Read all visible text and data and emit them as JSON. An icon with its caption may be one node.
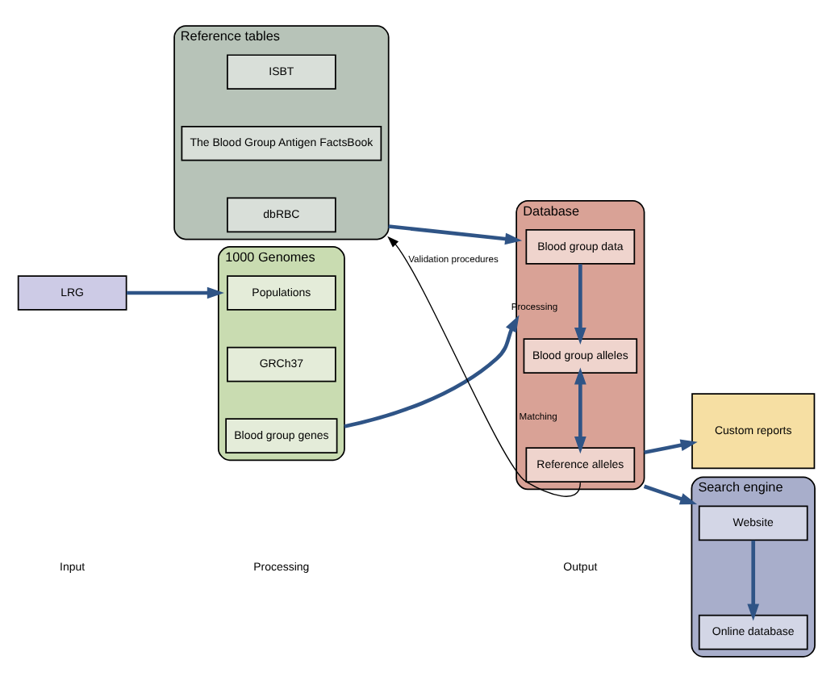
{
  "diagram": {
    "nodes": [
      {
        "text": [
          "1000 Genomes"
        ]
      },
      {
        "text": [
          "Populations"
        ],
        "in": 0
      },
      {
        "text": [
          "GRCh37"
        ],
        "in": 0
      },
      {
        "text": [
          "Blood group genes"
        ],
        "in": 0
      },
      {
        "text": [
          "LRG"
        ]
      },
      {
        "text": [
          "Reference tables"
        ]
      },
      {
        "text": [
          "ISBT"
        ],
        "in": 5
      },
      {
        "text": [
          "The Blood Group Antigen FactsBook"
        ],
        "in": 5
      },
      {
        "text": [
          "dbRBC"
        ],
        "in": 5
      },
      {
        "text": [
          "Database"
        ]
      },
      {
        "text": [
          "Blood group data"
        ],
        "in": 9
      },
      {
        "text": [
          "Blood group alleles"
        ],
        "in": 9
      },
      {
        "text": [
          "Reference alleles"
        ],
        "in": 9
      },
      {
        "text": [
          "Custom reports"
        ]
      },
      {
        "text": [
          "Search engine"
        ]
      },
      {
        "text": [
          "Website"
        ],
        "in": 14
      },
      {
        "text": [
          "Online database"
        ],
        "in": 14
      }
    ],
    "edges": [
      {
        "from": 4,
        "to": 0,
        "arrow": "to"
      },
      {
        "from": 0,
        "to": 9,
        "arrow": "to"
      },
      {
        "from": 5,
        "to": 9,
        "arrow": "to"
      },
      {
        "from": 10,
        "to": 11,
        "arrow": "to",
        "label": "Processing"
      },
      {
        "from": 11,
        "to": 12,
        "arrow": "both",
        "label": "Matching"
      },
      {
        "from": 9,
        "to": 13,
        "arrow": "to"
      },
      {
        "from": 9,
        "to": 14,
        "arrow": "to"
      },
      {
        "from": 15,
        "to": 16,
        "arrow": "to"
      },
      {
        "from": 12,
        "to": 5,
        "arrow": "to",
        "label": "Validation procedures",
        "color": "#000000"
      }
    ],
    "labels": [
      "Input",
      "Processing",
      "Output"
    ]
  }
}
